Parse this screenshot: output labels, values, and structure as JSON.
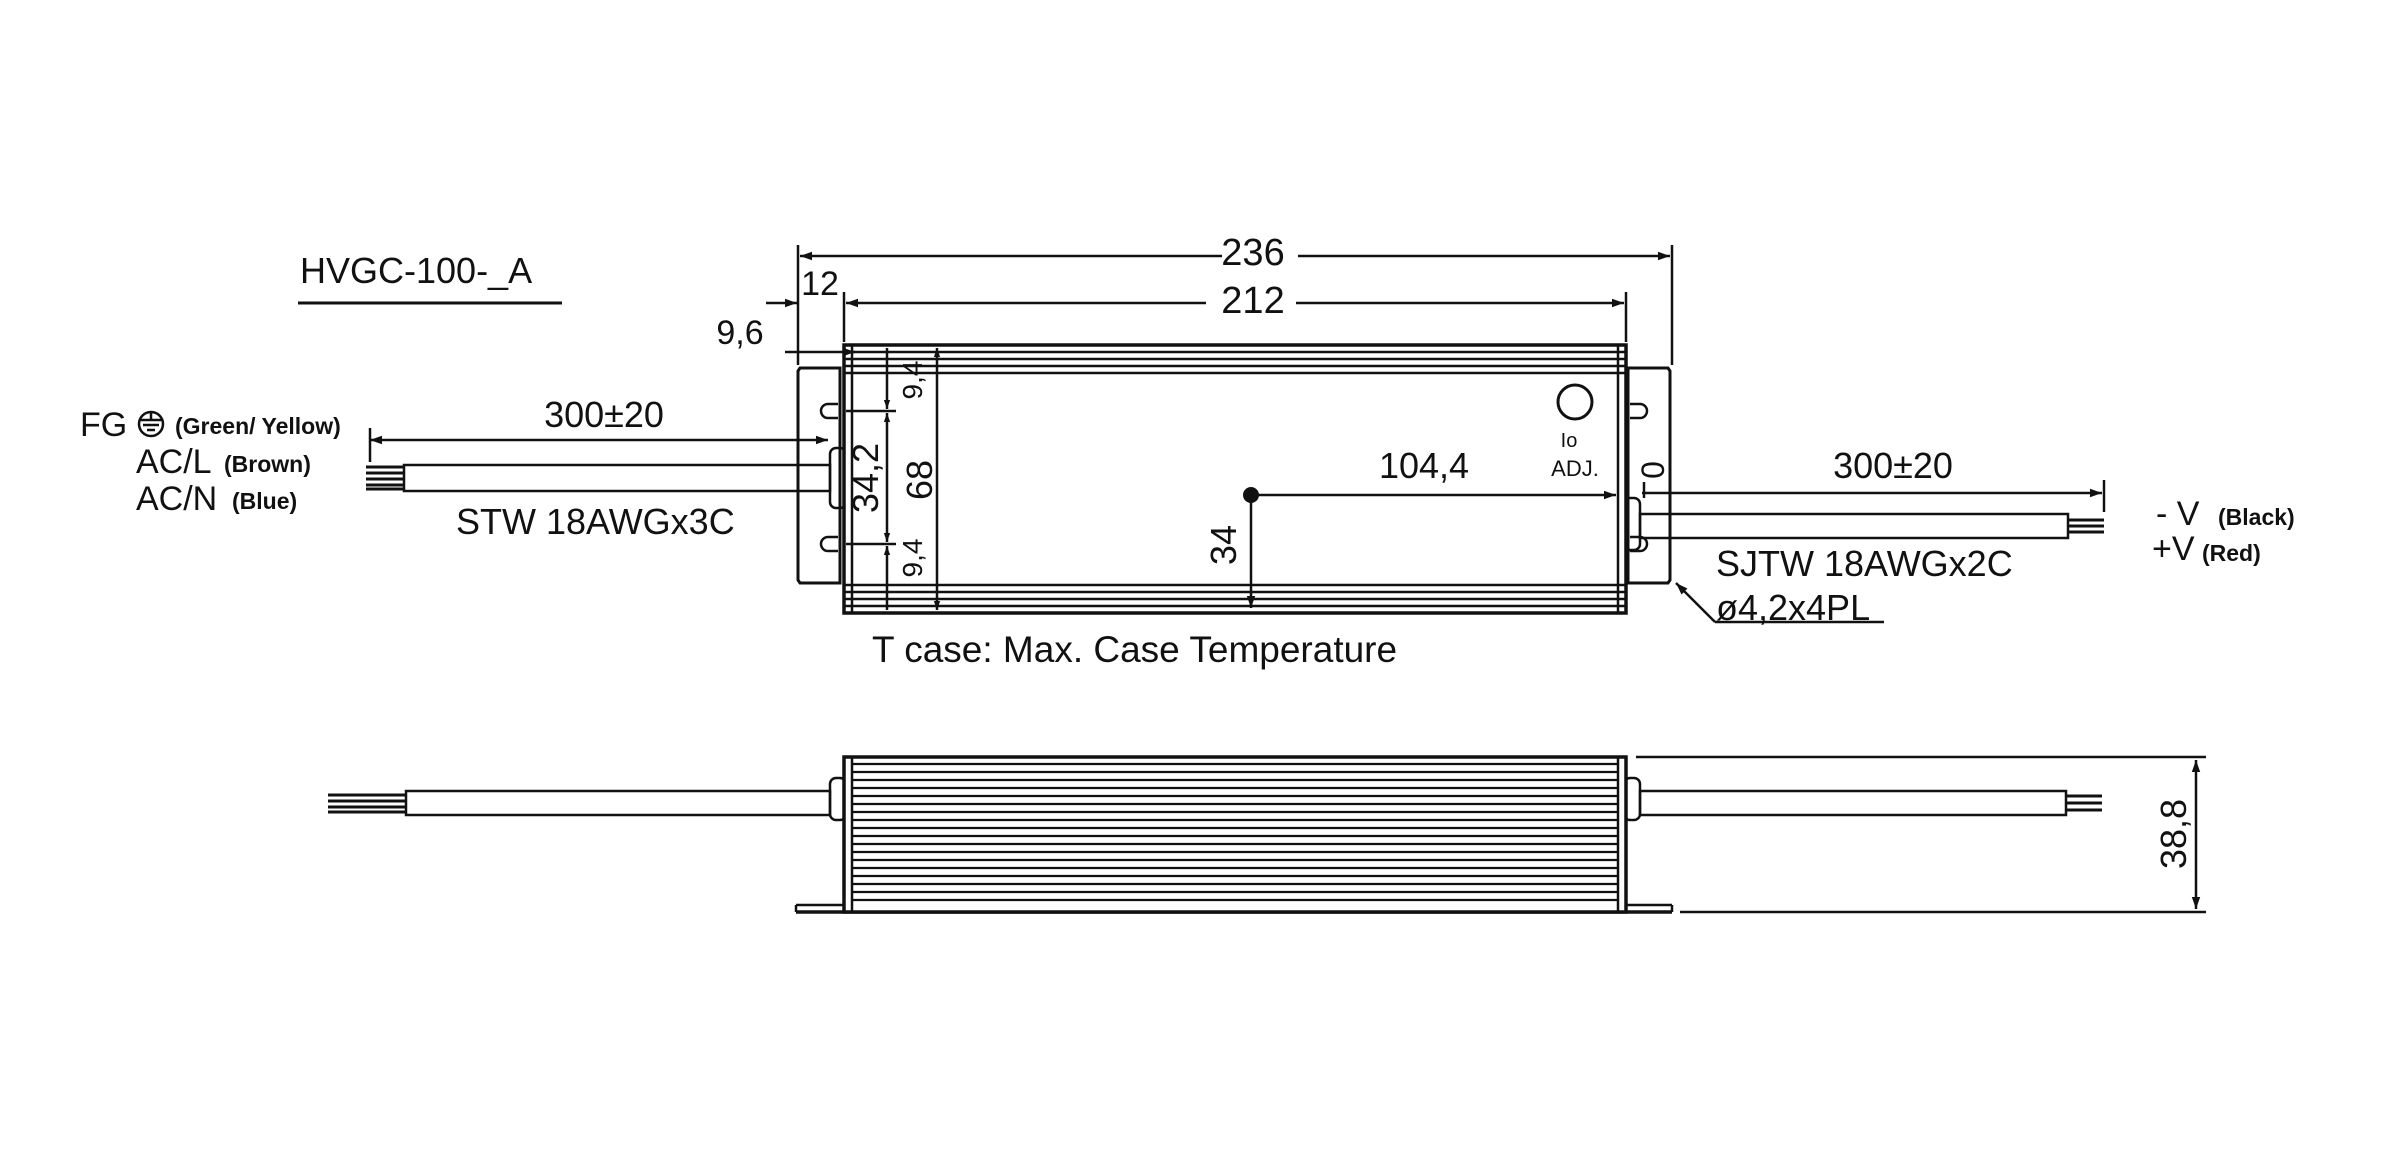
{
  "model": "HVGC-100-_A",
  "dimensions": {
    "total_length": "236",
    "body_length": "212",
    "flange_offset": "12",
    "hole_offset": "9,6",
    "mount_spacing": "34,2",
    "body_width": "68",
    "hole_margin_top": "9,4",
    "hole_margin_bottom": "9,4",
    "tcase_x": "104,4",
    "tcase_y": "34",
    "tcase_zero": "0",
    "height": "38,8"
  },
  "input_cable": {
    "length": "300±20",
    "type": "STW 18AWGx3C",
    "wires": {
      "fg": "FG",
      "fg_color": "(Green/ Yellow)",
      "line": "AC/L",
      "line_color": "(Brown)",
      "neutral": "AC/N",
      "neutral_color": "(Blue)"
    }
  },
  "output_cable": {
    "length": "300±20",
    "type": "SJTW 18AWGx2C",
    "wires": {
      "neg": "- V",
      "neg_color": "(Black)",
      "pos": "+V",
      "pos_color": "(Red)"
    }
  },
  "mounting_holes": "ø4,2x4PL",
  "adjust": {
    "io": "Io",
    "adj": "ADJ."
  },
  "tcase_note": "T case: Max. Case Temperature",
  "icons": [
    "ground-icon"
  ],
  "colors": {
    "line": "#111111",
    "background": "#ffffff"
  }
}
